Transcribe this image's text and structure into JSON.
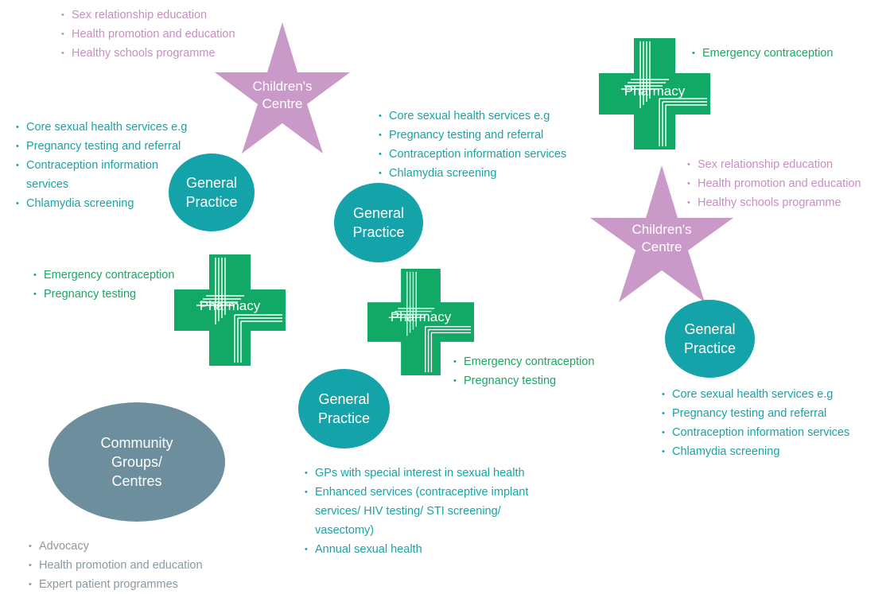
{
  "colors": {
    "star": "#c99ac7",
    "pharmacy": "#12a865",
    "general_practice": "#15a3aa",
    "community": "#6d8f9d",
    "pink_text": "#c78fc1",
    "green_text": "#1aa865",
    "teal_text": "#1aa3a5",
    "grey_text": "#8b99a3"
  },
  "childrens_centre_1": {
    "label_line1": "Children's",
    "label_line2": "Centre",
    "services": [
      "Sex relationship education",
      "Health promotion and education",
      "Healthy schools programme"
    ]
  },
  "childrens_centre_2": {
    "label_line1": "Children's",
    "label_line2": "Centre",
    "services": [
      "Sex relationship education",
      "Health promotion and education",
      "Healthy schools programme"
    ]
  },
  "pharmacy_1": {
    "label": "Pharmacy",
    "services": [
      "Emergency contraception"
    ]
  },
  "pharmacy_2": {
    "label": "Pharmacy",
    "services": [
      "Emergency contraception",
      "Pregnancy testing"
    ]
  },
  "pharmacy_3": {
    "label": "Pharmacy",
    "services": [
      "Emergency contraception",
      "Pregnancy testing"
    ]
  },
  "gp_1": {
    "label_line1": "General",
    "label_line2": "Practice",
    "services": [
      "Core sexual health services e.g",
      "Pregnancy testing and referral",
      "Contraception information",
      "services",
      "Chlamydia screening"
    ]
  },
  "gp_2": {
    "label_line1": "General",
    "label_line2": "Practice",
    "services": [
      "Core sexual health services e.g",
      "Pregnancy testing and referral",
      "Contraception information services",
      "Chlamydia screening"
    ]
  },
  "gp_3": {
    "label_line1": "General",
    "label_line2": "Practice",
    "services": [
      "Core sexual health services e.g",
      "Pregnancy testing and referral",
      "Contraception information services",
      "Chlamydia screening"
    ]
  },
  "gp_4": {
    "label_line1": "General",
    "label_line2": "Practice",
    "services": [
      "GPs with special interest in sexual health",
      "Enhanced services (contraceptive implant",
      "services/ HIV testing/ STI screening/",
      "vasectomy)",
      "Annual sexual health"
    ]
  },
  "community": {
    "label_line1": "Community",
    "label_line2": "Groups/",
    "label_line3": "Centres",
    "services": [
      "Advocacy",
      "Health promotion and education",
      "Expert patient programmes"
    ]
  }
}
